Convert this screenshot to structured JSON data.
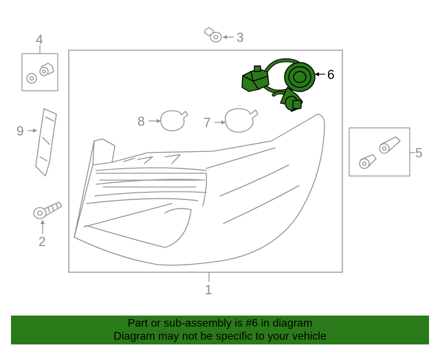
{
  "diagram": {
    "callouts": {
      "c1": "1",
      "c2": "2",
      "c3": "3",
      "c4": "4",
      "c5": "5",
      "c6": "6",
      "c7": "7",
      "c8": "8",
      "c9": "9"
    },
    "highlighted_part": "6",
    "colors": {
      "highlight_fill": "#2a7a1a",
      "line_art": "#8f8f8f",
      "banner": "#2a7a1a"
    }
  },
  "notice": {
    "line1": "Part or sub-assembly is #6 in diagram",
    "line2": "Diagram may not be specific to your vehicle"
  }
}
